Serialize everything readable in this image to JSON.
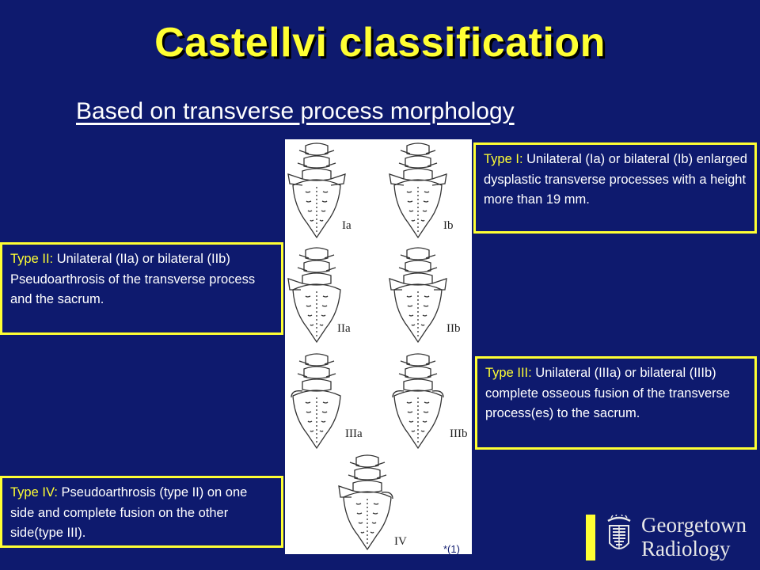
{
  "slide": {
    "title": "Castellvi classification",
    "subtitle": "Based on transverse process morphology"
  },
  "figure": {
    "labels": [
      "Ia",
      "Ib",
      "IIa",
      "IIb",
      "IIIa",
      "IIIb",
      "IV"
    ],
    "citation": "*(1)"
  },
  "boxes": {
    "type1": {
      "lead": "Type I:",
      "text": "  Unilateral (Ia) or bilateral (Ib) enlarged dysplastic transverse processes with a height more than 19 mm."
    },
    "type2": {
      "lead": "Type II:",
      "text": "  Unilateral (IIa) or bilateral (IIb) Pseudoarthrosis of the transverse process and the sacrum."
    },
    "type3": {
      "lead": "Type III:",
      "text": " Unilateral (IIIa) or bilateral (IIIb) complete osseous fusion of the transverse process(es) to the sacrum."
    },
    "type4": {
      "lead": "Type IV:",
      "text": " Pseudoarthrosis (type II) on one side and complete fusion on the other side(type III)."
    }
  },
  "logo": {
    "line1": "Georgetown",
    "line2": "Radiology"
  },
  "colors": {
    "background": "#0e1a6e",
    "accent": "#ffff33",
    "text": "#ffffff"
  }
}
